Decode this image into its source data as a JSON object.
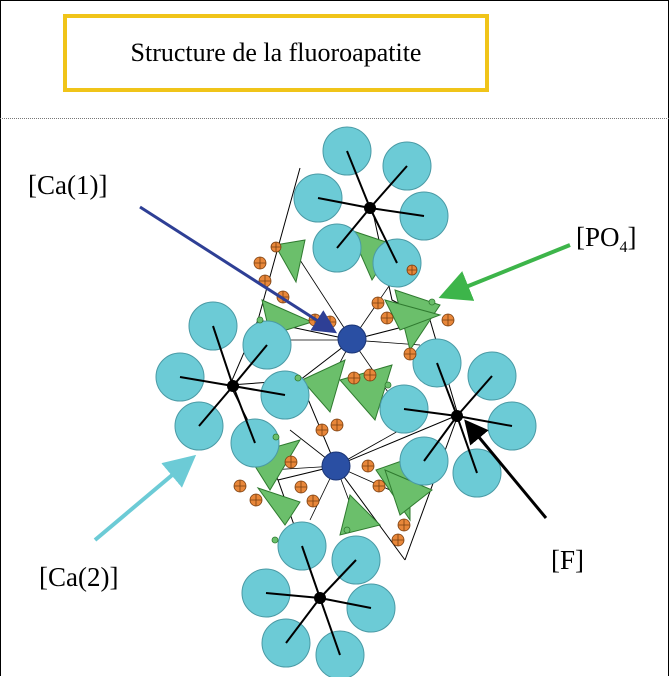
{
  "title": "Structure de la fluoroapatite",
  "labels": {
    "ca1": "[Ca(1)]",
    "po4_prefix": "[PO",
    "po4_sub": "4",
    "po4_suffix": "]",
    "ca2": "[Ca(2)]",
    "f": "[F]"
  },
  "colors": {
    "title_border": "#f0c419",
    "ca2_sphere": "#6ccbd6",
    "ca1_sphere": "#2a4fa3",
    "po4_tetrahedron": "#6bbf6b",
    "oxygen": "#e8873a",
    "fluorine": "#000000",
    "arrow_ca1": "#2e3f95",
    "arrow_po4": "#3db54a",
    "arrow_ca2": "#6ccbd6",
    "arrow_f": "#000000"
  }
}
